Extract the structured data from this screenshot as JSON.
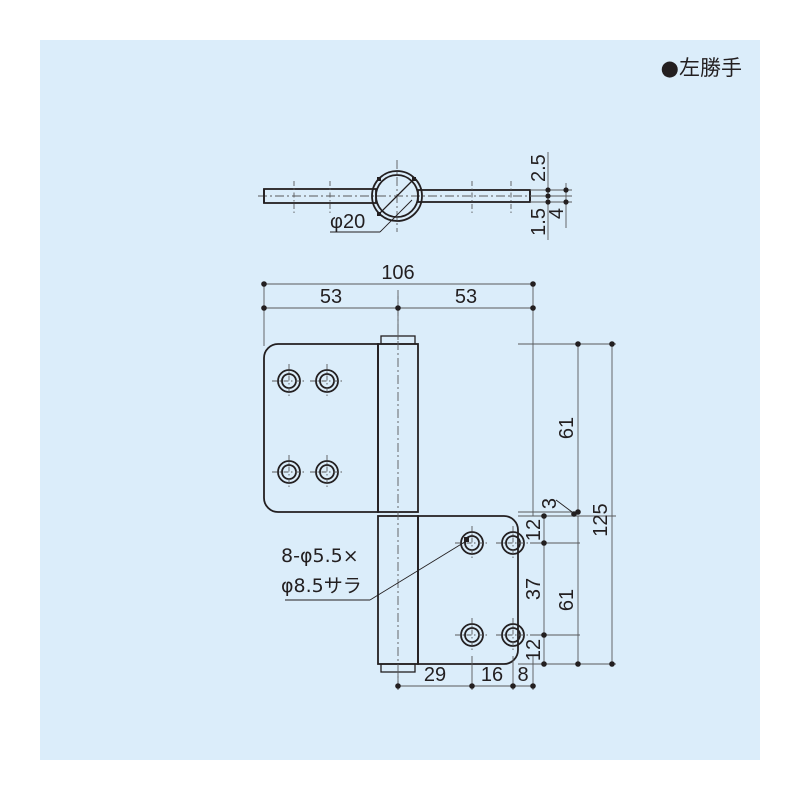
{
  "page": {
    "background_color": "#ffffff",
    "canvas_color": "#dbedfa",
    "line_color": "#231f20",
    "dim_line_color": "#58595b"
  },
  "header": {
    "hand_marker": "●",
    "hand_label": "左勝手"
  },
  "top_view": {
    "diameter_label": "φ20",
    "dims": {
      "thickness_upper": "2.5",
      "thickness_lower": "1.5",
      "thickness_total": "4"
    }
  },
  "front_view": {
    "horizontal_dims": {
      "overall": "106",
      "left_half": "53",
      "right_half": "53",
      "bottom_a": "29",
      "bottom_b": "16",
      "bottom_c": "8"
    },
    "vertical_dims": {
      "overall": "125",
      "upper_leaf": "61",
      "gap": "3",
      "lower_leaf": "61",
      "hole_top_pitch": "12",
      "hole_mid_pitch": "37",
      "hole_bottom_pitch": "12"
    },
    "annotation": {
      "line1": "8-φ5.5×",
      "line2": "φ8.5サラ"
    }
  }
}
